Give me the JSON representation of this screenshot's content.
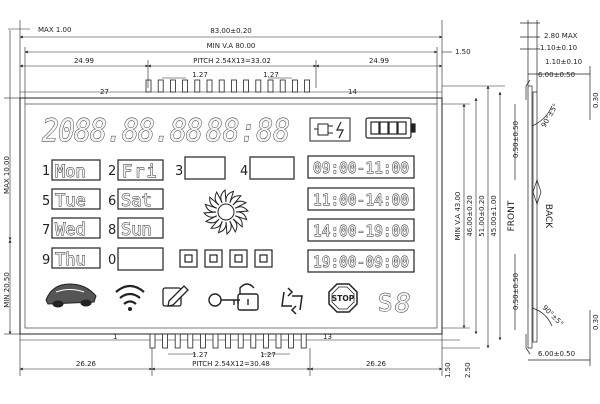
{
  "top_dims": {
    "max_top": "MAX 1.00",
    "overall_width": "83.00±0.20",
    "min_va": "MIN V.A 80.00",
    "right_offset": "1.50",
    "left_margin": "24.99",
    "pitch": "PITCH 2.54X13=33.02",
    "right_margin": "24.99",
    "pin_pitch_left": "1.27",
    "pin_pitch_right": "1.27",
    "pin_first": "27",
    "pin_last": "14"
  },
  "bottom_dims": {
    "pin_first": "1",
    "pin_last": "13",
    "pin_pitch_left": "1.27",
    "pin_pitch_right": "1.27",
    "left_margin": "26.26",
    "pitch": "PITCH 2.54X12=30.48",
    "right_margin": "26.26",
    "bottom_offset_a": "1.50",
    "bottom_offset_b": "2.50"
  },
  "left_dims": {
    "max_height": "MAX 10.00",
    "min_height": "MIN 20.50"
  },
  "right_dims": {
    "min_va": "MIN V.A 43.00",
    "h1": "46.00±0.20",
    "h2": "51.00±0.20",
    "h3": "45.00±1.00"
  },
  "side_view": {
    "max_thickness": "2.80 MAX",
    "t1": "1.10±0.10",
    "t2": "1.10±0.10",
    "pin_length_top": "6.00±0.50",
    "pin_length_bottom": "6.00±0.50",
    "angle_top": "90°±5°",
    "angle_bottom": "90°±5°",
    "offset_top": "0.50±0.50",
    "offset_bottom": "0.50±0.50",
    "gap_top": "0.30",
    "gap_bottom": "0.30",
    "front_label": "FRONT",
    "back_label": "BACK"
  },
  "display": {
    "big_digits": "2088.88.88",
    "clock": "88:88",
    "small_digit": "8",
    "s_symbol": "S",
    "stop_label": "STOP",
    "days": [
      {
        "num": "1",
        "name": "Mon"
      },
      {
        "num": "2",
        "name": "Fri"
      },
      {
        "num": "5",
        "name": "Tue"
      },
      {
        "num": "6",
        "name": "Sat"
      },
      {
        "num": "7",
        "name": "Wed"
      },
      {
        "num": "8",
        "name": "Sun"
      },
      {
        "num": "9",
        "name": "Thu"
      }
    ],
    "empty_box_numbers": [
      "3",
      "4",
      "0"
    ],
    "time_slots": [
      "09:00-11:00",
      "11:00-14:00",
      "14:00-19:00",
      "19:00-09:00"
    ],
    "icons": [
      "plug-icon",
      "battery-icon",
      "sun-icon",
      "car-icon",
      "wifi-icon",
      "edit-icon",
      "key-lock-icon",
      "refresh-icon",
      "stop-icon"
    ]
  }
}
